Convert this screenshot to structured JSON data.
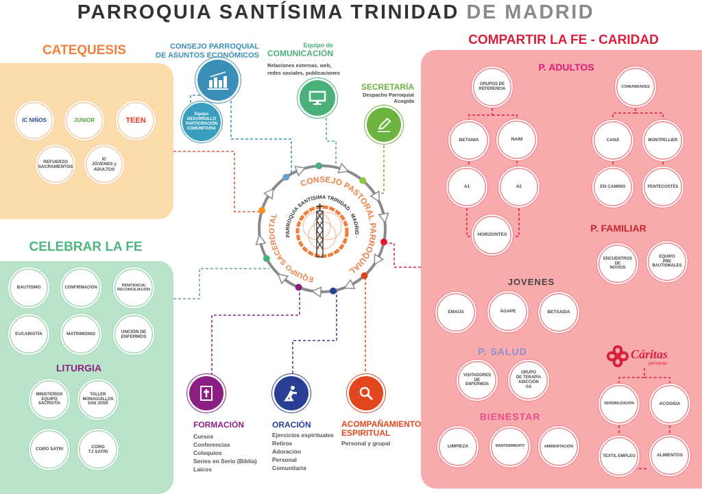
{
  "header": {
    "title_main": "PARROQUIA SANTÍSIMA TRINIDAD",
    "title_sub": "DE MADRID"
  },
  "catequesis": {
    "title": "CATEQUESIS",
    "items": [
      "IC NIÑOS",
      "JUNIOR",
      "TEEN",
      "REFUERZO\nSACRAMENTOS",
      "IC\nJÓVENES y\nADULTOS"
    ]
  },
  "celebrar": {
    "title": "CELEBRAR LA FE",
    "items": [
      "BAUTISMO",
      "CONFIRMACIÓN",
      "PENITENCIA/\nRECONCILIACIÓN",
      "EUCARISTÍA",
      "MATRIMONIO",
      "UNCIÓN DE\nENFERMOS"
    ],
    "liturgia_title": "LITURGIA",
    "liturgia_items": [
      "MINISTERIOS\nEQUIPO\nSACRISTÍA",
      "TALLER\nMONAGUILLOS\nSAN JOSÉ",
      "CORO SATRI",
      "CORO\nTJ SATRI"
    ]
  },
  "consejo_economico": {
    "title_line1": "CONSEJO PARROQUIAL",
    "title_line2": "DE ASUNTOS ECONÓMICOS"
  },
  "desarrollo": {
    "label": "Equipo\nDESARROLLO\nPARTICIPACIÓN\nCOMUNITARIA"
  },
  "comunicacion": {
    "title_small": "Equipo de",
    "title": "COMUNICACIÓN",
    "desc_line1": "Relaciones externas, web,",
    "desc_line2": "redes sociales, publicaciones"
  },
  "secretaria": {
    "title": "SECRETARÍA",
    "desc_line1": "Despacho Parroquial",
    "desc_line2": "Acogida"
  },
  "center": {
    "outer_right": "CONSEJO PASTORAL PARROQUIAL",
    "outer_left": "EQUIPO SACERDOTAL",
    "inner": "PARROQUIA SANTÍSIMA TRINIDAD · MADRID ·"
  },
  "formacion": {
    "title": "FORMACIÓN",
    "items": [
      "Cursos",
      "Conferencias",
      "Coloquios",
      "Series en Serio (Biblia)",
      "Laicos"
    ]
  },
  "oracion": {
    "title": "ORACIÓN",
    "items": [
      "Ejercicios espirituales",
      "Retiros",
      "Adoración",
      "Personal",
      "Comunitaria"
    ]
  },
  "acompanamiento": {
    "title_line1": "ACOMPAÑAMIENTO",
    "title_line2": "ESPIRITUAL",
    "desc": "Personal y grupal"
  },
  "caridad": {
    "title": "COMPARTIR LA FE - CARIDAD",
    "adultos": {
      "title": "P. ADULTOS",
      "items": [
        "GRUPOS DE\nREFERENCIA",
        "BETANIA",
        "NAIM",
        "A1",
        "A2",
        "HORIZONTES",
        "COMUNIDADES",
        "CANÁ",
        "MONTPELLIER",
        "EN CAMINO",
        "PENTECOSTÉS"
      ]
    },
    "familiar": {
      "title": "P. FAMILIAR",
      "items": [
        "ENCUENTROS\nDE\nNOVIOS",
        "EQUIPO\nPRE\nBAUTISMALES"
      ]
    },
    "jovenes": {
      "title": "JOVENES",
      "items": [
        "EMAÚS",
        "ÁGAPE",
        "BETSAIDA"
      ]
    },
    "salud": {
      "title": "P. SALUD",
      "items": [
        "VISITADORES\nDE\nENFERMOS",
        "GRUPO\nDE TERAPIA\nADICCIÓN\nSA"
      ]
    },
    "bienestar": {
      "title": "BIENESTAR",
      "items": [
        "LIMPIEZA",
        "MANTENIMIENTO",
        "AMBIENTACIÓN"
      ]
    },
    "caritas": {
      "title": "Cáritas",
      "subtitle": "parroquial",
      "items": [
        "SENSIBILIZACIÓN",
        "ACOGIDA",
        "TEXTIL EMPLEO",
        "ALIMENTOS"
      ]
    }
  },
  "colors": {
    "catequesis": "#f07f3c",
    "celebrar": "#4db77f",
    "caridad": "#d81f3c",
    "liturgia": "#8c1f83",
    "adultos": "#e0197a",
    "familiar": "#c0272d",
    "salud": "#8d8fd0",
    "bienestar": "#ea4c8c",
    "economico": "#3a8fb7",
    "comunicacion": "#49b07a",
    "secretaria": "#6cb33f",
    "formacion": "#8c1f83",
    "oracion": "#283f94",
    "acompanamiento": "#e2461e"
  }
}
